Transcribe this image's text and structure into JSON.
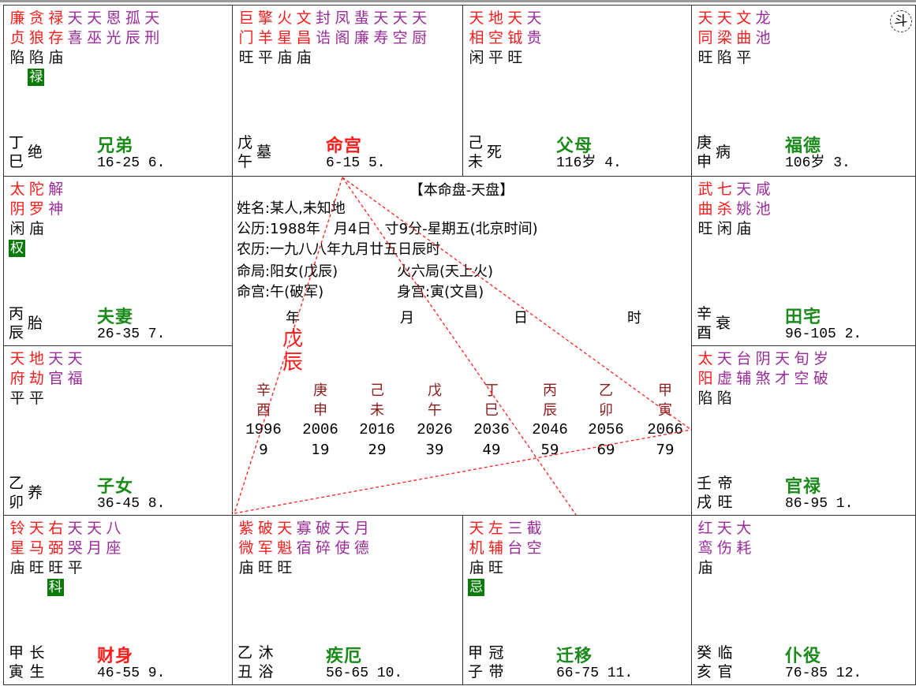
{
  "colors": {
    "major": "#ff1a1a",
    "minor": "#9b2a9b",
    "palace_green": "#1a8a1a",
    "palace_red": "#ff1a1a",
    "hua_bg": "#0a7a0a"
  },
  "palaces": [
    {
      "stem": "丁",
      "branch": "巳",
      "cs": "绝",
      "name": "兄弟",
      "name_color": "green",
      "range": "16-25 6.",
      "stars": [
        [
          "廉贞",
          "major"
        ],
        [
          "贪狼",
          "major"
        ],
        [
          "禄存",
          "major"
        ],
        [
          "天喜",
          "minor"
        ],
        [
          "天巫",
          "minor"
        ],
        [
          "恩光",
          "minor"
        ],
        [
          "孤辰",
          "minor"
        ],
        [
          "天刑",
          "minor"
        ]
      ],
      "bright": [
        "陷",
        "陷",
        "庙"
      ],
      "hua": {
        "col": 1,
        "text": "禄"
      }
    },
    {
      "stem": "戊",
      "branch": "午",
      "cs": "墓",
      "name": "命宫",
      "name_color": "red",
      "range": "6-15 5.",
      "stars": [
        [
          "巨门",
          "major"
        ],
        [
          "擎羊",
          "major"
        ],
        [
          "火星",
          "major"
        ],
        [
          "文昌",
          "major"
        ],
        [
          "封诰",
          "minor"
        ],
        [
          "凤阁",
          "minor"
        ],
        [
          "蜚廉",
          "minor"
        ],
        [
          "天寿",
          "minor"
        ],
        [
          "天空",
          "minor"
        ],
        [
          "天厨",
          "minor"
        ]
      ],
      "bright": [
        "旺",
        "平",
        "庙",
        "庙"
      ]
    },
    {
      "stem": "己",
      "branch": "未",
      "cs": "死",
      "name": "父母",
      "name_color": "green",
      "range": "116岁 4.",
      "stars": [
        [
          "天相",
          "major"
        ],
        [
          "地空",
          "major"
        ],
        [
          "天钺",
          "major"
        ],
        [
          "天贵",
          "minor"
        ]
      ],
      "bright": [
        "闲",
        "平",
        "旺"
      ]
    },
    {
      "stem": "庚",
      "branch": "申",
      "cs": "病",
      "name": "福德",
      "name_color": "green",
      "range": "106岁 3.",
      "stars": [
        [
          "天同",
          "major"
        ],
        [
          "天梁",
          "major"
        ],
        [
          "文曲",
          "major"
        ],
        [
          "龙池",
          "minor"
        ]
      ],
      "bright": [
        "旺",
        "陷",
        "平"
      ],
      "dou": "斗"
    },
    {
      "stem": "丙",
      "branch": "辰",
      "cs": "胎",
      "name": "夫妻",
      "name_color": "green",
      "range": "26-35 7.",
      "stars": [
        [
          "太阴",
          "major"
        ],
        [
          "陀罗",
          "major"
        ],
        [
          "解神",
          "minor"
        ]
      ],
      "bright": [
        "闲",
        "庙"
      ],
      "hua": {
        "col": 0,
        "text": "权"
      }
    },
    {
      "stem": "辛",
      "branch": "酉",
      "cs": "衰",
      "name": "田宅",
      "name_color": "green",
      "range": "96-105 2.",
      "stars": [
        [
          "武曲",
          "major"
        ],
        [
          "七杀",
          "major"
        ],
        [
          "天姚",
          "minor"
        ],
        [
          "咸池",
          "minor"
        ]
      ],
      "bright": [
        "旺",
        "闲",
        "庙"
      ]
    },
    {
      "stem": "乙",
      "branch": "卯",
      "cs": "养",
      "name": "子女",
      "name_color": "green",
      "range": "36-45 8.",
      "stars": [
        [
          "天府",
          "major"
        ],
        [
          "地劫",
          "major"
        ],
        [
          "天官",
          "minor"
        ],
        [
          "天福",
          "minor"
        ]
      ],
      "bright": [
        "平",
        "平"
      ]
    },
    {
      "stem": "壬",
      "branch": "戌",
      "cs": "帝旺",
      "name": "官禄",
      "name_color": "green",
      "range": "86-95 1.",
      "stars": [
        [
          "太阳",
          "major"
        ],
        [
          "天虚",
          "minor"
        ],
        [
          "台辅",
          "minor"
        ],
        [
          "阴煞",
          "minor"
        ],
        [
          "天才",
          "minor"
        ],
        [
          "旬空",
          "minor"
        ],
        [
          "岁破",
          "minor"
        ]
      ],
      "bright": [
        "陷",
        "陷"
      ]
    },
    {
      "stem": "甲",
      "branch": "寅",
      "cs": "长生",
      "name": "财身",
      "name_color": "red",
      "range": "46-55 9.",
      "stars": [
        [
          "铃星",
          "major"
        ],
        [
          "天马",
          "major"
        ],
        [
          "右弼",
          "major"
        ],
        [
          "天哭",
          "minor"
        ],
        [
          "天月",
          "minor"
        ],
        [
          "八座",
          "minor"
        ]
      ],
      "bright": [
        "庙",
        "旺",
        "旺",
        "平"
      ],
      "hua": {
        "col": 2,
        "text": "科"
      }
    },
    {
      "stem": "乙",
      "branch": "丑",
      "cs": "沐浴",
      "name": "疾厄",
      "name_color": "green",
      "range": "56-65 10.",
      "stars": [
        [
          "紫微",
          "major"
        ],
        [
          "破军",
          "major"
        ],
        [
          "天魁",
          "major"
        ],
        [
          "寡宿",
          "minor"
        ],
        [
          "破碎",
          "minor"
        ],
        [
          "天使",
          "minor"
        ],
        [
          "月德",
          "minor"
        ]
      ],
      "bright": [
        "庙",
        "旺",
        "旺"
      ]
    },
    {
      "stem": "甲",
      "branch": "子",
      "cs": "冠带",
      "name": "迁移",
      "name_color": "green",
      "range": "66-75 11.",
      "stars": [
        [
          "天机",
          "major"
        ],
        [
          "左辅",
          "major"
        ],
        [
          "三台",
          "minor"
        ],
        [
          "截空",
          "minor"
        ]
      ],
      "bright": [
        "庙",
        "旺"
      ],
      "hua": {
        "col": 0,
        "text": "忌"
      }
    },
    {
      "stem": "癸",
      "branch": "亥",
      "cs": "临官",
      "name": "仆役",
      "name_color": "green",
      "range": "76-85 12.",
      "stars": [
        [
          "红鸾",
          "minor"
        ],
        [
          "天伤",
          "minor"
        ],
        [
          "大耗",
          "minor"
        ]
      ],
      "bright": [
        "庙"
      ]
    }
  ],
  "center": {
    "title": "【本命盘-天盘】",
    "name_line": "姓名:某人,未知地",
    "solar_line": "公历:1988年   月4日   寸9分-星期五(北京时间)",
    "lunar_line": "农历:一九八八年九月廿五日辰时",
    "ju_left": "命局:阳女(戊辰)",
    "ju_right": "火六局(天上火)",
    "ming_left": "命宫:午(破军)",
    "ming_right": "身宫:寅(文昌)",
    "pillar_headers": [
      "年",
      "月",
      "日",
      "时"
    ],
    "year_pillar": [
      "戊",
      "辰"
    ],
    "decades": [
      {
        "s": "辛",
        "b": "酉",
        "y": "1996",
        "a": "9"
      },
      {
        "s": "庚",
        "b": "申",
        "y": "2006",
        "a": "19"
      },
      {
        "s": "己",
        "b": "未",
        "y": "2016",
        "a": "29"
      },
      {
        "s": "戊",
        "b": "午",
        "y": "2026",
        "a": "39"
      },
      {
        "s": "丁",
        "b": "巳",
        "y": "2036",
        "a": "49"
      },
      {
        "s": "丙",
        "b": "辰",
        "y": "2046",
        "a": "59"
      },
      {
        "s": "乙",
        "b": "卯",
        "y": "2056",
        "a": "69"
      },
      {
        "s": "甲",
        "b": "寅",
        "y": "2066",
        "a": "79"
      }
    ]
  }
}
